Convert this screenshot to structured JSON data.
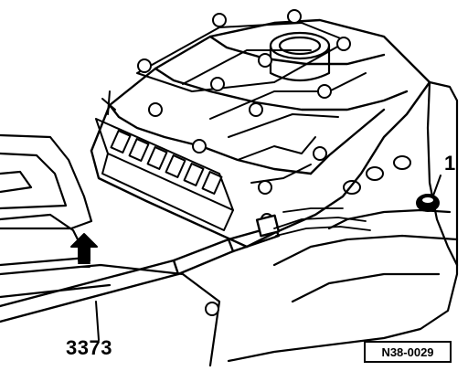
{
  "callouts": {
    "part_1": "1",
    "tool": "3373"
  },
  "reference_code": "N38-0029",
  "colors": {
    "ink": "#000000",
    "paper": "#ffffff"
  }
}
